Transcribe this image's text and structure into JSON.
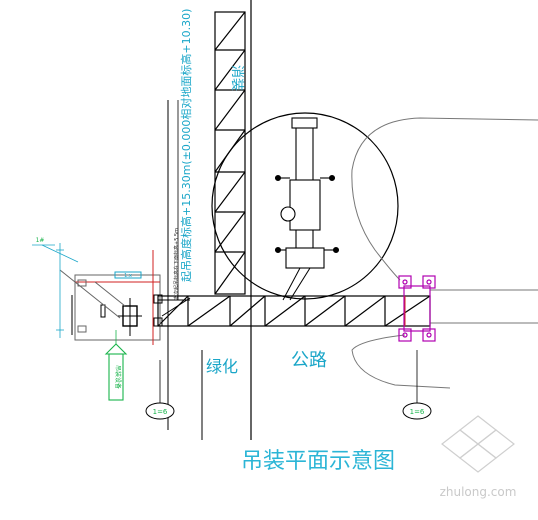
{
  "title": "吊装平面示意图",
  "labels": {
    "mast_label": "消装",
    "greenbelt": "绿化",
    "road": "公路",
    "vertical_note": "起吊高度标高+15.30m(±0.000相对地面标高+10.30)",
    "small_vertical_note": "本次起吊标高在下面标高+5.5m",
    "small_leader_label": "1#",
    "small_box_label": "1:x",
    "green_note": "吊装设备"
  },
  "watermark": "zhulong.com",
  "colors": {
    "line": "#000000",
    "cyan": "#1aa6c8",
    "green": "#19b44b",
    "magenta": "#b000b0",
    "red": "#d02020",
    "gray": "#888888"
  }
}
